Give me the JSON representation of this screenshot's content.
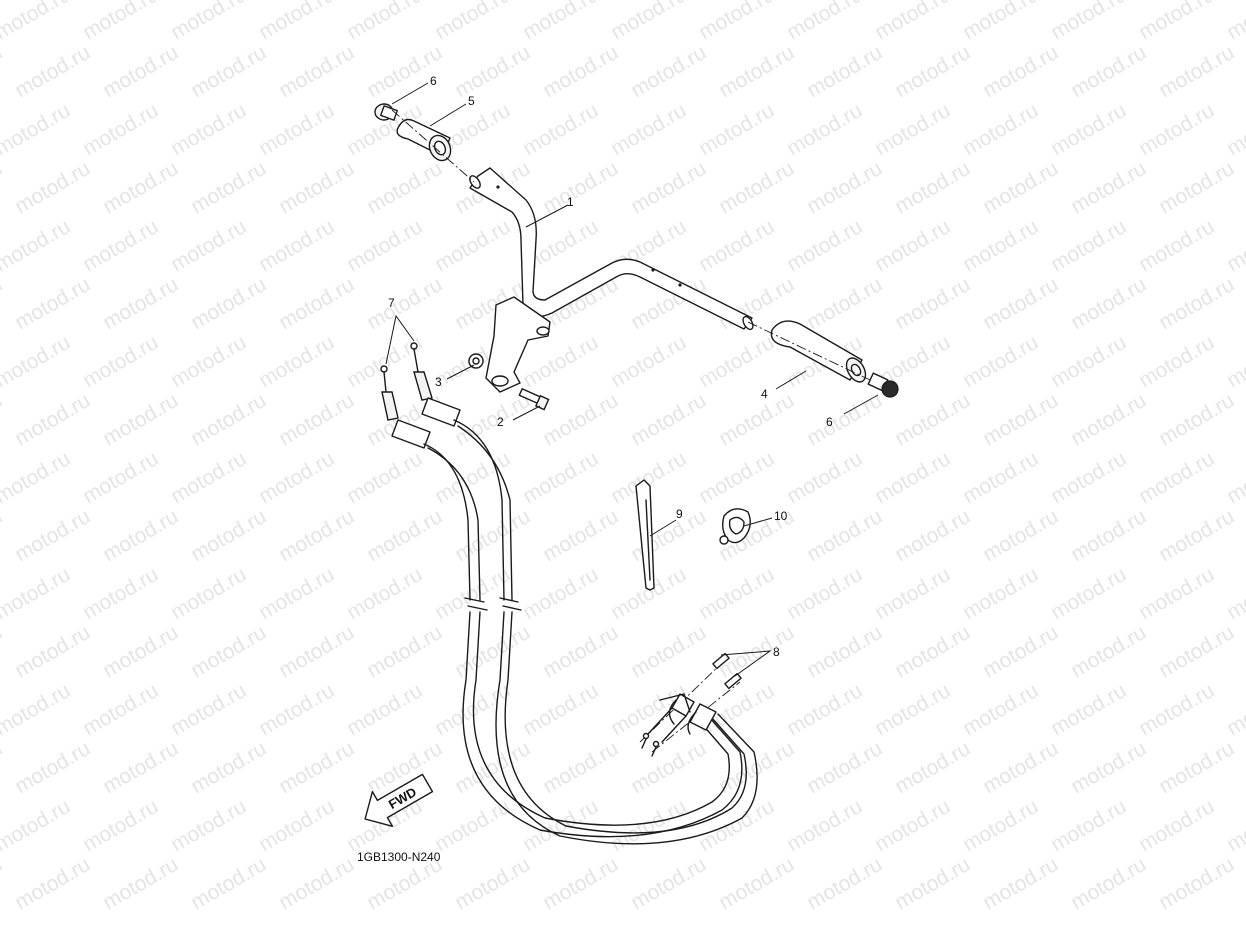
{
  "diagram": {
    "code": "1GB1300-N240",
    "watermark": "motod.ru",
    "fwd_label": "FWD",
    "callouts": {
      "c1": "1",
      "c2": "2",
      "c3": "3",
      "c4": "4",
      "c5": "5",
      "c6_left": "6",
      "c6_right": "6",
      "c7": "7",
      "c8": "8",
      "c9": "9",
      "c10": "10"
    }
  }
}
